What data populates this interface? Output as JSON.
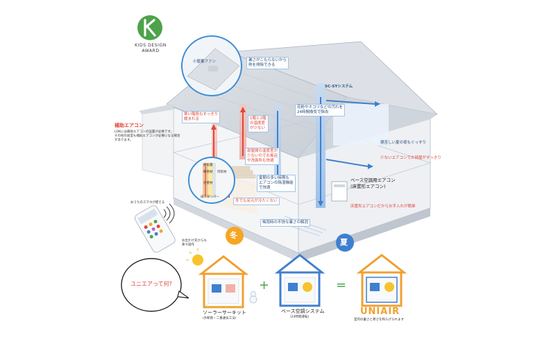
{
  "award": {
    "line1": "KIDS DESIGN",
    "line2": "AWARD",
    "colors": {
      "green": "#4ea34a",
      "white": "#ffffff"
    }
  },
  "labels": {
    "fan": "小屋裏ファン",
    "no_heat_trap": "暑さがこもらないから\n熱を排除できる",
    "scsy": "SC-SYシステム",
    "pollen": "花粉やホコリなどの汚れを\n24時間換気で除去",
    "stairwell": "寒い階段もすっきり\n暖まれる",
    "floors_diff": "1階と2階\nの温度差\nが少ない",
    "aux_title": "補助エアコン",
    "aux_desc": "LDKには補助エアコンの設置が必要です。\nその他の居室も補助エアコンが必要になる場合\nがあります。",
    "kitchen": "部屋間の温度差が\n少ないのでお風呂\nや洗面所も快適",
    "summer_cool": "寝苦しい夏の夜もぐっすり",
    "few_ac": "少ないエアコンでお部屋がすっきり",
    "base_ac": "ベース空調用エアコン\n(床置形エアコン)",
    "dehumid": "夏期の多い時期も\nエアコンの除湿機能\nで快適",
    "floor_warm": "冬でも足元が冷たくない",
    "floor_ac_care": "床置形エアコンだからお手入れが簡単",
    "winter_sun": "梅雨時の不快な暑さの解消",
    "inset_1": "通気層",
    "inset_2": "断熱材",
    "inset_3": "内装材",
    "inset_4": "外壁材",
    "inset_5": "床下ダンパー",
    "phone": "おうちのスマホが使える",
    "remote": "お出かけ先からも\n楽々操作",
    "winter": "冬",
    "summer": "夏"
  },
  "bottom": {
    "question": "ユニエアって何?",
    "solar_title": "ソーラーサーキット",
    "solar_sub": "(外断熱・二重通気工法)",
    "base_title": "ベース空調システム",
    "base_sub": "(24時間運転)",
    "plus": "+",
    "equals": "=",
    "brand": "UNIAIR",
    "brand_sub": "室内の暑さと寒さを和らげられます",
    "badge_summer": "夏",
    "badge_winter": "冬"
  },
  "colors": {
    "red": "#e0463a",
    "blue": "#3f7fd0",
    "lightblue": "#cfe3f6",
    "orange": "#f6a623",
    "wall": "#eef0f3"
  }
}
